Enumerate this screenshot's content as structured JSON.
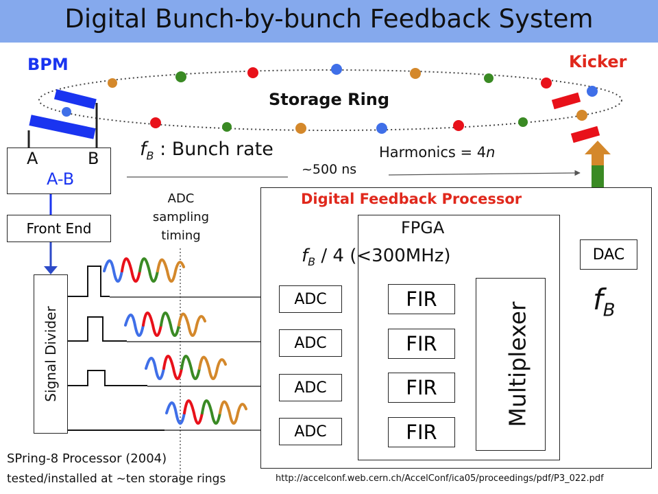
{
  "title": "Digital Bunch-by-bunch Feedback System",
  "labels": {
    "bpm": "BPM",
    "kicker": "Kicker",
    "storage_ring": "Storage Ring",
    "a": "A",
    "b": "B",
    "a_minus_b": "A-B",
    "fb_symbol": "f",
    "fb_sub": "B",
    "bunch_rate": " : Bunch rate",
    "harmonics_prefix": "Harmonics = 4",
    "harmonics_var": "n",
    "delay": "~500 ns",
    "adc_timing_line1": "ADC",
    "adc_timing_line2": "sampling",
    "adc_timing_line3": "timing",
    "front_end": "Front End",
    "signal_divider": "Signal Divider",
    "dfp": "Digital Feedback Processor",
    "fpga": "FPGA",
    "fpga_rate": " / 4 (<300MHz)",
    "adc": "ADC",
    "fir": "FIR",
    "multiplexer": "Multiplexer",
    "dac": "DAC",
    "footer_line1": "SPring-8 Processor (2004)",
    "footer_line2": "tested/installed at ~ten storage rings",
    "url": "http://accelconf.web.cern.ch/AccelConf/ica05/proceedings/pdf/P3_022.pdf"
  },
  "colors": {
    "title_bg": "#85a9ed",
    "orange": "#d4882b",
    "green": "#3a8a24",
    "red": "#e8111a",
    "blue": "#3f6fe8",
    "bpm_blue": "#1a34f0",
    "label_red": "#e0281c",
    "pulse": "#111111"
  }
}
